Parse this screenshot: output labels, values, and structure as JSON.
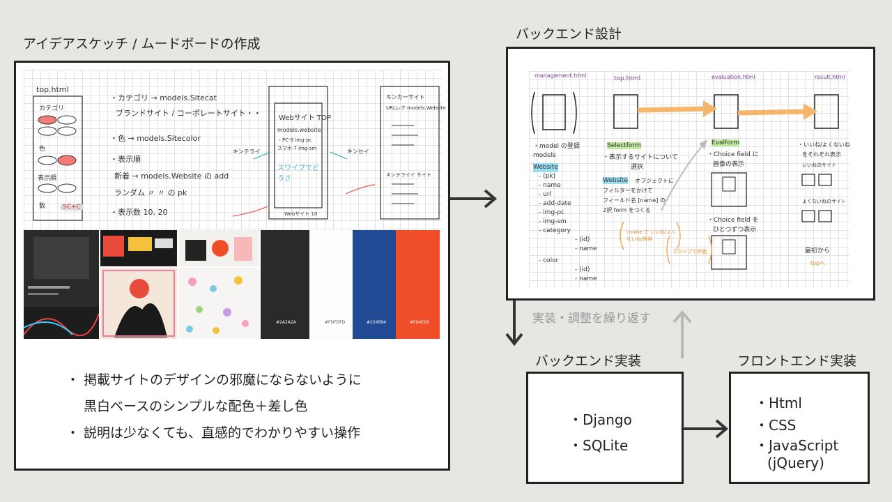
{
  "left_section": {
    "title": "アイデアスケッチ / ムードボードの作成",
    "sketch": {
      "page1_title": "top.html",
      "page1_items": [
        "カテゴリ",
        "色",
        "表示順",
        "数"
      ],
      "page1_badge": "SC+C",
      "notes": [
        "・カテゴリ → models.Sitecat",
        "ブランドサイト / コーポレートサイト・・",
        "・色 → models.Sitecolor",
        "・表示順",
        "新着 → models.Website の add",
        "ランダム 〃 〃 の pk",
        "・表示数 10, 20"
      ],
      "page2_title": "Webサイト TOP",
      "page2_lines": [
        "models.website",
        "・PC-9 img-pc",
        "スマホ-7 img-sm"
      ],
      "page2_swipe": "スワイプでどうさ",
      "page2_footer": "Webサイト 10",
      "left_label": "キンテライ",
      "right_label": "キンセイ",
      "page3_title": "キンカーサイト",
      "page3_sub": "URLレク models.Website",
      "page3_mid": "キンテライイ サイト"
    },
    "swatches": [
      {
        "label": "#2A2A2A",
        "color": "#2A2A2A"
      },
      {
        "label": "#FDFDFD",
        "color": "#FDFDFD"
      },
      {
        "label": "#224994",
        "color": "#224994"
      },
      {
        "label": "#F04E28",
        "color": "#F04E28"
      }
    ],
    "bullets": [
      "・ 掲載サイトのデザインの邪魔にならないように",
      "　 黒白ベースのシンプルな配色＋差し色",
      "・ 説明は少なくても、直感的でわかりやすい操作"
    ]
  },
  "backend_design": {
    "title": "バックエンド設計",
    "pages": [
      "management.html",
      "top.html",
      "evaluation.html",
      "result.html"
    ],
    "col1": [
      "・model の登録",
      "models",
      "Website",
      "- (pk)",
      "- name",
      "- url",
      "- add-date",
      "- img-pc",
      "- img-sm",
      "- category",
      "- (id)",
      "- name",
      "- color",
      "- (id)",
      "- name"
    ],
    "col2_tag": "Selectform",
    "col2": [
      "・表示するサイトについて",
      "選択"
    ],
    "col2_tag2": "Website",
    "col2_b": [
      "オブジェクトに",
      "フィルターをかけて",
      "フィールド名 [name] の",
      "2択 form をつくる"
    ],
    "col2_cookie": "cookie で いいね/よくないね/保存",
    "col2_swipe": "スワイプで評価",
    "col3_tag": "Evalform",
    "col3": [
      "・Choice field に",
      "画像の表示"
    ],
    "col3_b": [
      "・Choice field を",
      "ひとつずつ表示"
    ],
    "col4": [
      "・いいね/よくないね",
      "をそれぞれ表示",
      "いいねのサイト",
      "よくないねのサイト",
      "最初から",
      "topへ"
    ]
  },
  "loop_label": "実装・調整を繰り返す",
  "backend_impl": {
    "title": "バックエンド実装",
    "items": [
      "・Django",
      "・SQLite"
    ]
  },
  "frontend_impl": {
    "title": "フロントエンド実装",
    "items": [
      "・Html",
      "・CSS",
      "・JavaScript",
      "(jQuery)"
    ]
  }
}
